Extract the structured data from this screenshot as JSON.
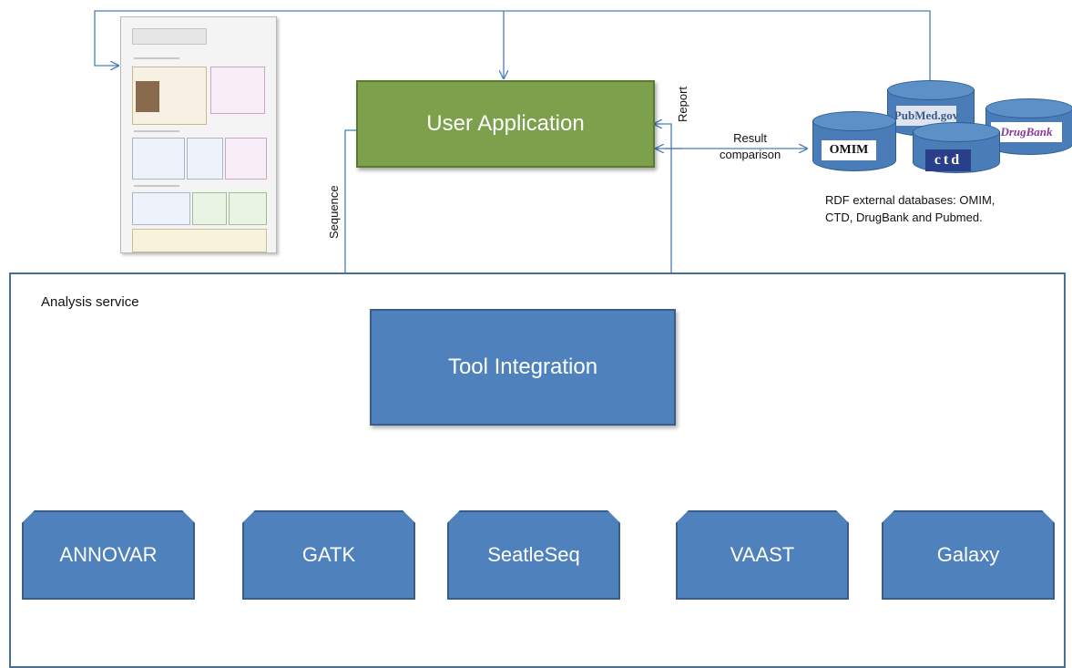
{
  "user_application": {
    "label": "User Application"
  },
  "edge_labels": {
    "sequence": "Sequence",
    "report": "Report",
    "result_comparison_line1": "Result",
    "result_comparison_line2": "comparison"
  },
  "databases": {
    "logos": [
      "OMIM",
      "PubMed.gov",
      "ctd",
      "DrugBank"
    ],
    "caption_line1": "RDF external databases: OMIM,",
    "caption_line2": "CTD, DrugBank and Pubmed."
  },
  "analysis_service": {
    "title": "Analysis service",
    "integration_label": "Tool Integration",
    "tools": [
      "ANNOVAR",
      "GATK",
      "SeatleSeq",
      "VAAST",
      "Galaxy"
    ]
  },
  "colors": {
    "user_app": "#7ca04b",
    "tool_blue": "#4f81bd",
    "connector": "#4a7db8"
  }
}
